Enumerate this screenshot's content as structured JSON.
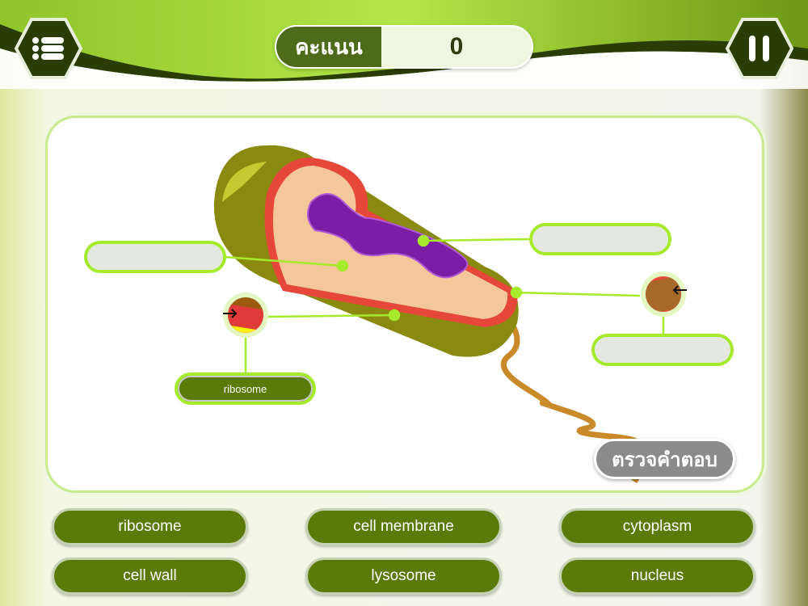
{
  "header": {
    "score_label": "คะแนน",
    "score_value": "0",
    "menu_icon": "list-icon",
    "pause_icon": "pause-icon"
  },
  "diagram": {
    "slots": [
      "",
      "",
      "",
      ""
    ],
    "filled_slot": "ribosome"
  },
  "check_button": "ตรวจคำตอบ",
  "answers": [
    "ribosome",
    "cell membrane",
    "cytoplasm",
    "cell wall",
    "lysosome",
    "nucleus"
  ],
  "colors": {
    "accent": "#a6ea2c",
    "button": "#5a7a0a",
    "header_dark": "#2b3d06"
  }
}
